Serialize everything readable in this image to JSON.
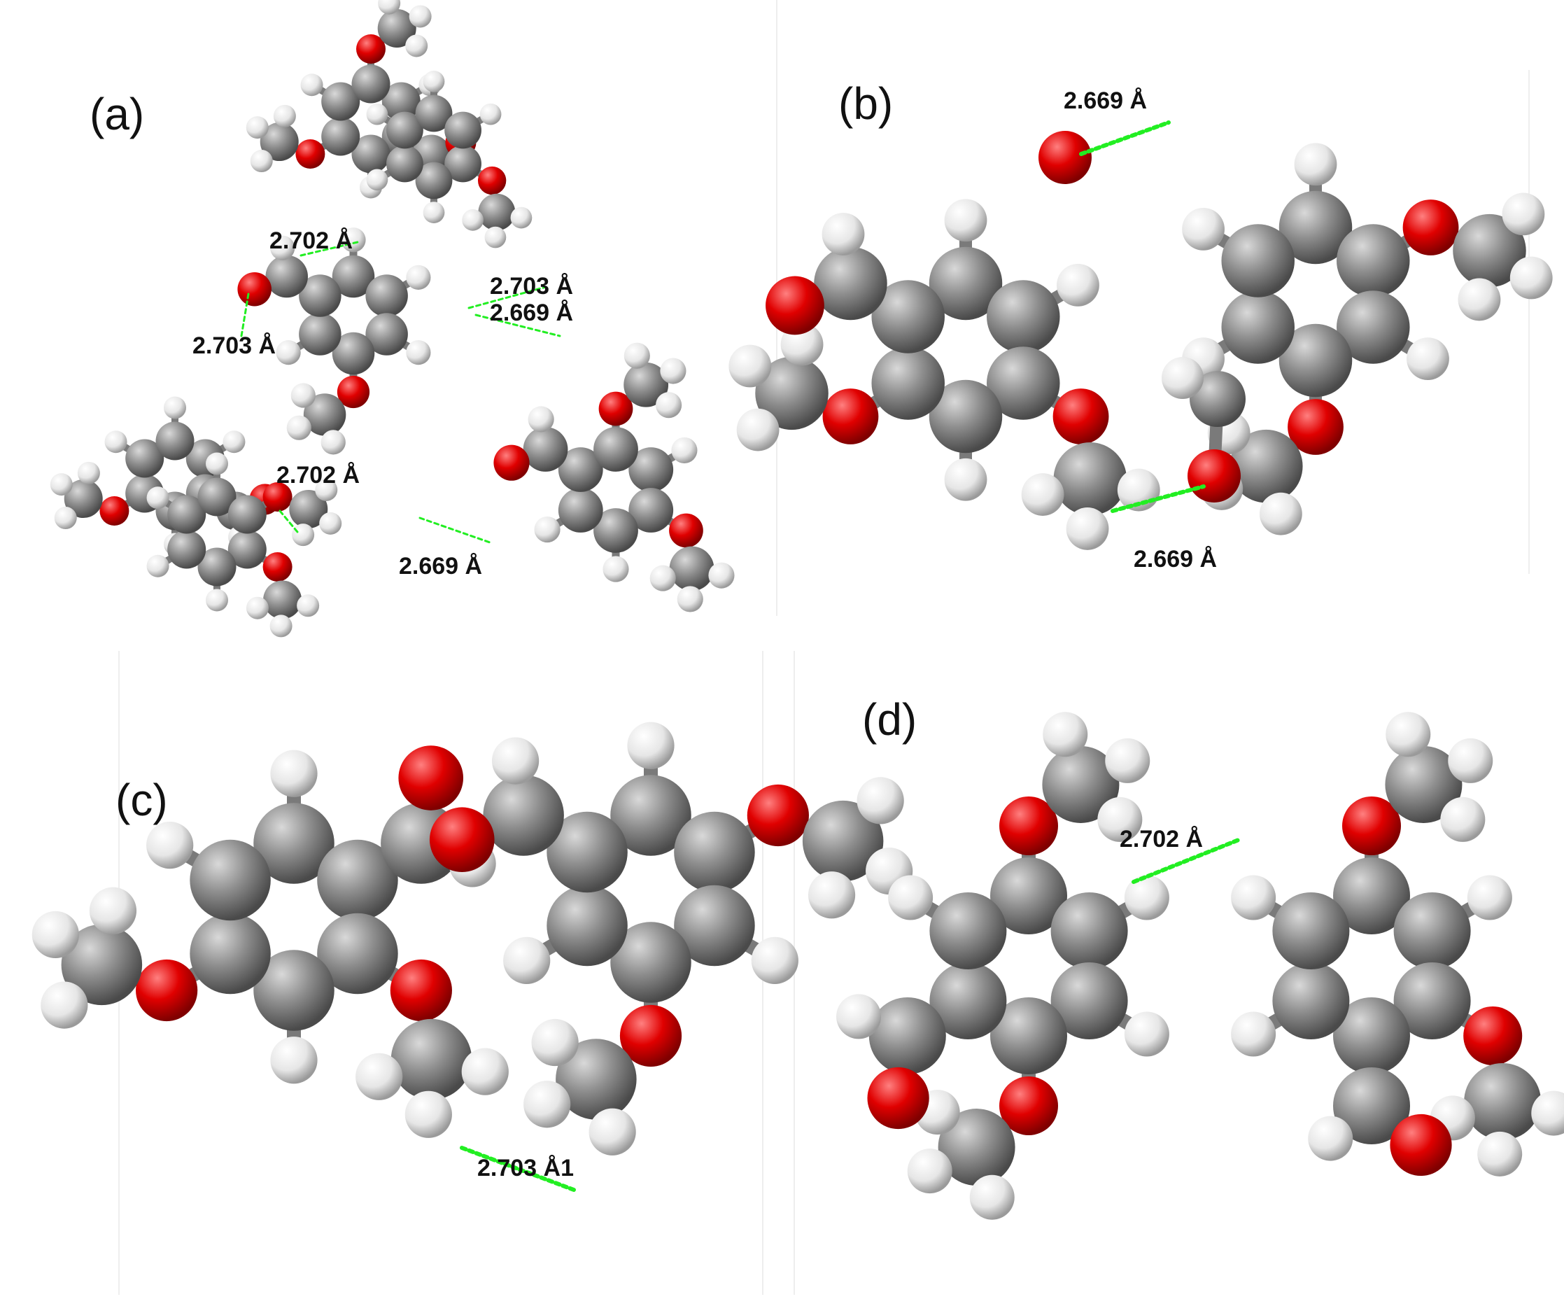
{
  "panels": {
    "a": {
      "label": "(a)",
      "distances": [
        "2.702 Å",
        "2.703 Å",
        "2.703 Å",
        "2.669 Å",
        "2.702 Å",
        "2.669 Å"
      ]
    },
    "b": {
      "label": "(b)",
      "distances": [
        "2.669 Å",
        "2.669 Å"
      ]
    },
    "c": {
      "label": "(c)",
      "distances": [
        "2.703 Å1"
      ]
    },
    "d": {
      "label": "(d)",
      "distances": [
        "2.702 Å"
      ]
    }
  },
  "colors": {
    "carbon": "#8a8a8a",
    "oxygen": "#e00000",
    "hydrogen": "#e8e8e8",
    "hbond": "#22ee22"
  }
}
